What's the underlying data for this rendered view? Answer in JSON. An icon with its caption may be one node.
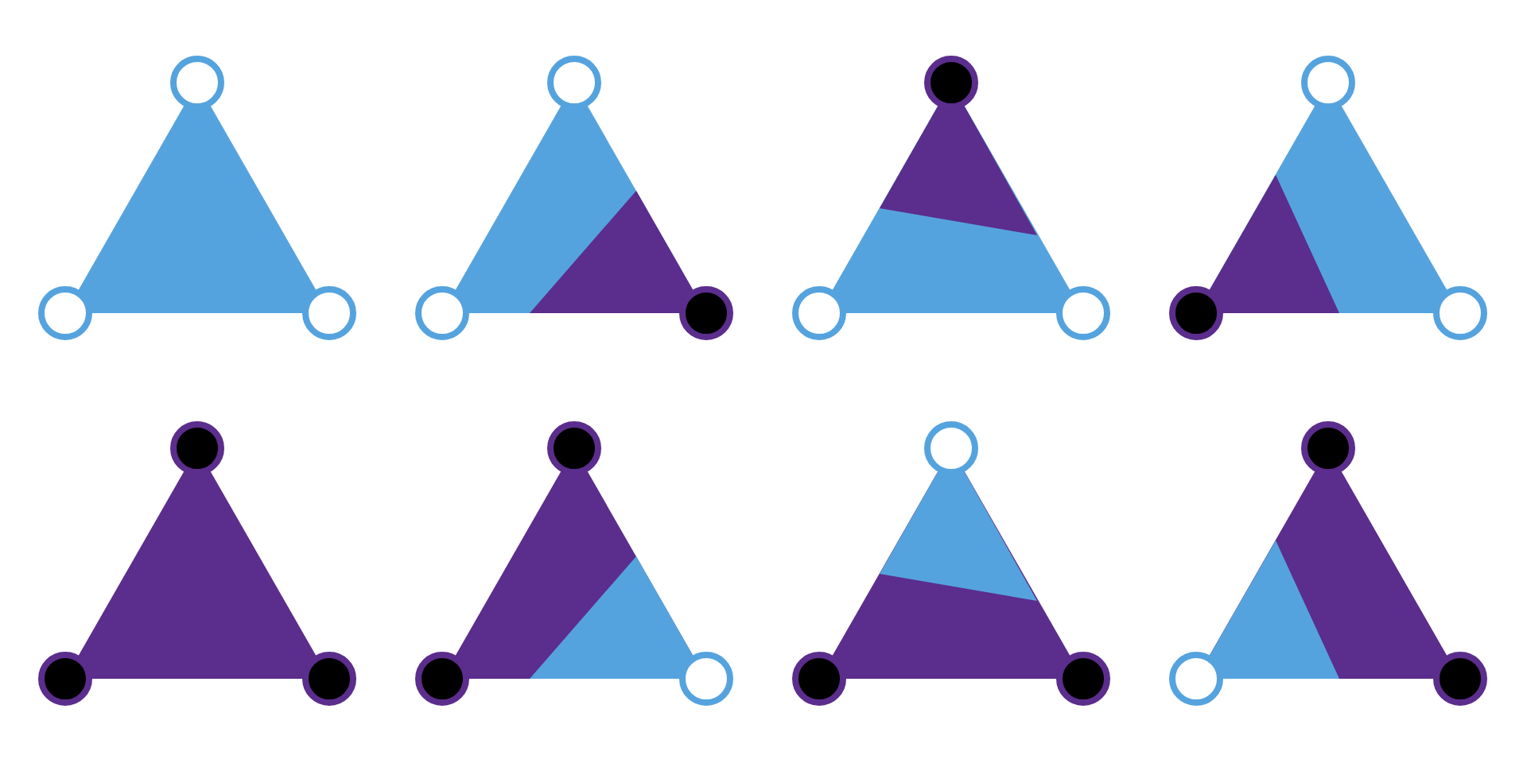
{
  "diagram": {
    "nodes": [
      {
        "text": [],
        "shape": "triangle"
      },
      {
        "text": [],
        "shape": "circle"
      },
      {
        "text": [],
        "shape": "circle"
      },
      {
        "text": [],
        "shape": "circle"
      },
      {
        "text": [],
        "shape": "triangle"
      },
      {
        "text": [],
        "shape": "circle"
      },
      {
        "text": [],
        "shape": "circle"
      },
      {
        "text": [],
        "shape": "circle"
      },
      {
        "text": [],
        "shape": "triangle"
      },
      {
        "text": [],
        "shape": "circle"
      },
      {
        "text": [],
        "shape": "circle"
      },
      {
        "text": [],
        "shape": "circle"
      },
      {
        "text": [],
        "shape": "triangle"
      },
      {
        "text": [],
        "shape": "circle"
      },
      {
        "text": [],
        "shape": "circle"
      },
      {
        "text": [],
        "shape": "circle"
      },
      {
        "text": [],
        "shape": "triangle"
      },
      {
        "text": [],
        "shape": "circle"
      },
      {
        "text": [],
        "shape": "circle"
      },
      {
        "text": [],
        "shape": "circle"
      },
      {
        "text": [],
        "shape": "triangle"
      },
      {
        "text": [],
        "shape": "circle"
      },
      {
        "text": [],
        "shape": "circle"
      },
      {
        "text": [],
        "shape": "circle"
      },
      {
        "text": [],
        "shape": "triangle"
      },
      {
        "text": [],
        "shape": "circle"
      },
      {
        "text": [],
        "shape": "circle"
      },
      {
        "text": [],
        "shape": "circle"
      },
      {
        "text": [],
        "shape": "triangle"
      },
      {
        "text": [],
        "shape": "circle"
      },
      {
        "text": [],
        "shape": "circle"
      },
      {
        "text": [],
        "shape": "circle"
      }
    ]
  }
}
